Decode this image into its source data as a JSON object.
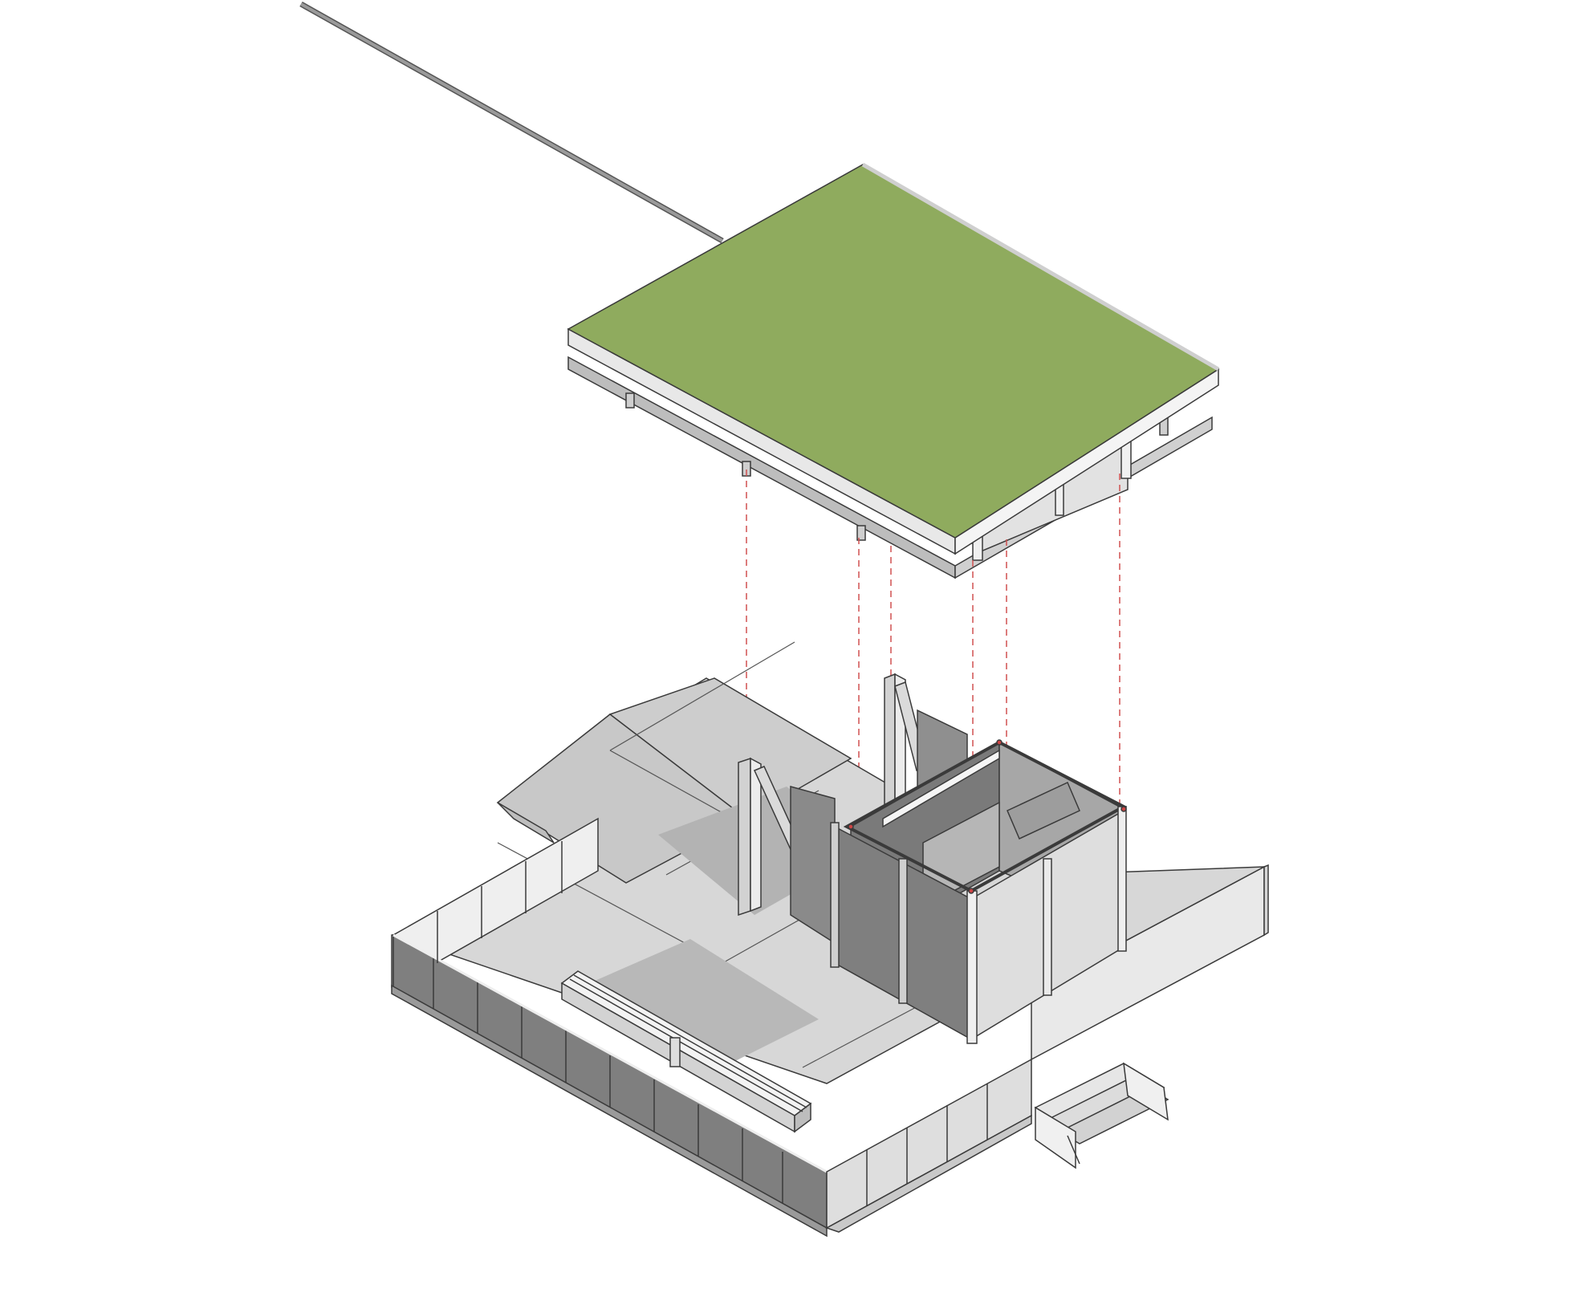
{
  "diagram": {
    "kind": "exploded axonometric",
    "components": [
      "green-roof-slab",
      "roof-support-beams",
      "projection-lines",
      "timber-columns",
      "diagonal-braces",
      "core-box",
      "deck-platform",
      "perimeter-railing",
      "bench",
      "ramp",
      "steps"
    ]
  },
  "colors": {
    "roof_top": "#8fab5e",
    "roof_edge_light": "#efefef",
    "roof_edge_dark": "#cfcfcf",
    "deck_top": "#d7d7d7",
    "deck_side": "#e8e8e8",
    "wall_dark": "#7f7f7f",
    "wall_mid": "#a9a9a9",
    "wall_light": "#dcdcdc",
    "shadow": "#b5b5b5",
    "projection_line": "#d05050",
    "outline": "#3a3a3a",
    "cable": "#8a8a8a"
  }
}
